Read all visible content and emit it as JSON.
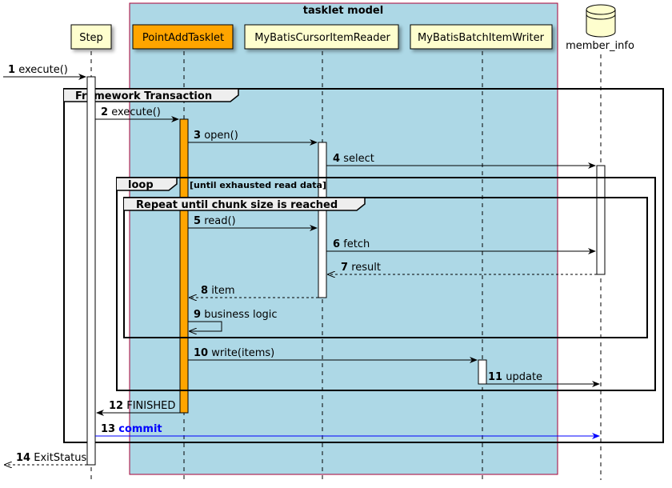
{
  "box": {
    "title": "tasklet model"
  },
  "participants": [
    {
      "id": "step",
      "label": "Step"
    },
    {
      "id": "tasklet",
      "label": "PointAddTasklet"
    },
    {
      "id": "reader",
      "label": "MyBatisCursorItemReader"
    },
    {
      "id": "writer",
      "label": "MyBatisBatchItemWriter"
    },
    {
      "id": "db",
      "label": "member_info"
    }
  ],
  "frames": {
    "transaction": {
      "title": "Framework Transaction"
    },
    "loop": {
      "title": "loop",
      "guard": "[until exhausted read data]"
    },
    "repeat": {
      "title": "Repeat until chunk size is reached"
    }
  },
  "messages": [
    {
      "num": "1",
      "label": "execute()"
    },
    {
      "num": "2",
      "label": "execute()"
    },
    {
      "num": "3",
      "label": "open()"
    },
    {
      "num": "4",
      "label": "select"
    },
    {
      "num": "5",
      "label": "read()"
    },
    {
      "num": "6",
      "label": "fetch"
    },
    {
      "num": "7",
      "label": "result"
    },
    {
      "num": "8",
      "label": "item"
    },
    {
      "num": "9",
      "label": "business logic"
    },
    {
      "num": "10",
      "label": "write(items)"
    },
    {
      "num": "11",
      "label": "update"
    },
    {
      "num": "12",
      "label": "FINISHED"
    },
    {
      "num": "13",
      "label": "commit"
    },
    {
      "num": "14",
      "label": "ExitStatus"
    }
  ],
  "colors": {
    "box_fill": "#ADD8E6",
    "box_border": "#A80036",
    "participant_fill": "#FEFECE",
    "tasklet_fill": "#FFA500",
    "commit_color": "#0000FF"
  }
}
